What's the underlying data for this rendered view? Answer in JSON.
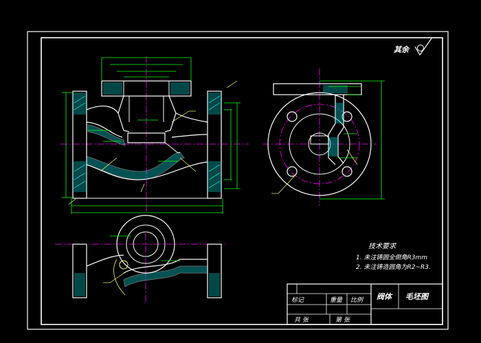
{
  "drawing": {
    "roughness_label": "其余",
    "tech_requirements": {
      "title": "技术要求",
      "items": [
        "1. 未注铸圆全倒角R3mm",
        "2. 未注铸造圆角为R2~R3."
      ]
    },
    "title_block": {
      "part_name": "阀体",
      "drawing_name": "毛坯图",
      "mark_label": "标记",
      "weight_label": "重量",
      "scale_label": "比例",
      "bottom_left": "共 张",
      "bottom_right": "第 张"
    }
  },
  "colors": {
    "outline": "#ffffff",
    "dimension": "#00ff00",
    "centerline": "#ff00ff",
    "hatch": "#00ffff",
    "leader": "#ffff66"
  }
}
